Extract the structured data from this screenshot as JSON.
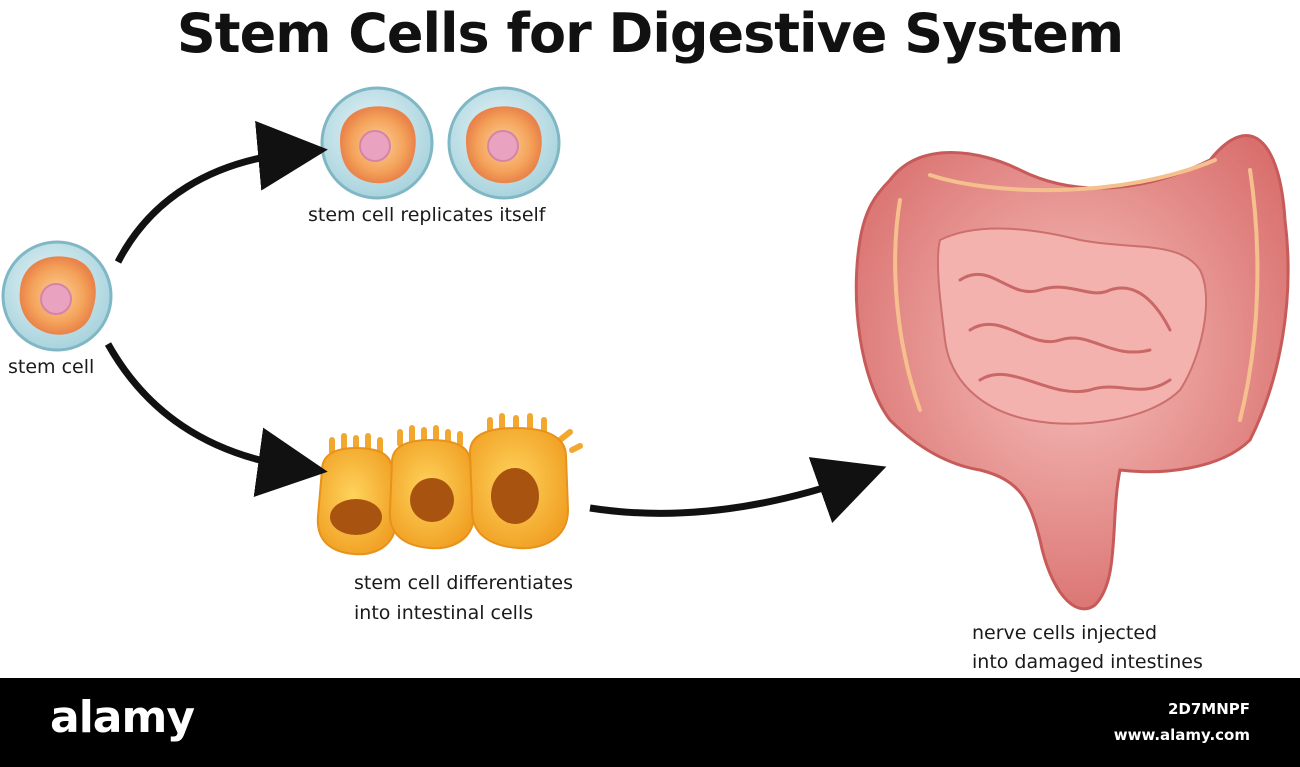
{
  "title": "Stem Cells for Digestive System",
  "labels": {
    "stem_cell": "stem cell",
    "replicates": "stem cell replicates itself",
    "differentiates_line1": "stem cell differentiates",
    "differentiates_line2": "into intestinal cells",
    "injected_line1": "nerve cells injected",
    "injected_line2": "into damaged intestines"
  },
  "footer": {
    "brand": "alamy",
    "image_id": "2D7MNPF",
    "site": "www.alamy.com"
  },
  "colors": {
    "cell_membrane": "#b7dde5",
    "cell_body": "#f4a25a",
    "cell_nucleus": "#e9a3c0",
    "intestinal_cell": "#f2a72e",
    "intestine": "#e88d8a",
    "arrow": "#111111",
    "footer_bg": "#000000"
  }
}
